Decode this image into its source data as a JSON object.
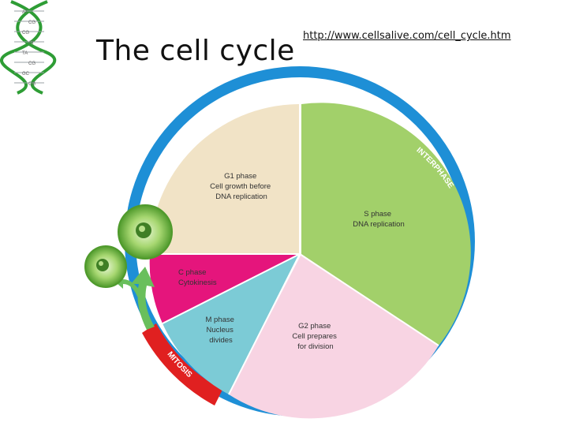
{
  "slide": {
    "title": "The cell cycle",
    "link": "http://www.cellsalive.com/cell_cycle.htm"
  },
  "dna_logo": {
    "pairs": [
      "AT",
      "CG",
      "CG",
      "AT",
      "TA",
      "CG",
      "GC",
      "CG"
    ]
  },
  "diagram": {
    "ring_labels": {
      "interphase": "INTERPHASE",
      "mitosis": "MITOSIS"
    },
    "phases": [
      {
        "id": "g1",
        "lines": [
          "G1 phase",
          "Cell growth before",
          "DNA replication"
        ],
        "color": "#f1e3c6"
      },
      {
        "id": "s",
        "lines": [
          "S phase",
          "DNA replication"
        ],
        "color": "#a2d06a"
      },
      {
        "id": "g2",
        "lines": [
          "G2 phase",
          "Cell prepares",
          "for division"
        ],
        "color": "#f8d4e3"
      },
      {
        "id": "m",
        "lines": [
          "M phase",
          "Nucleus",
          "divides"
        ],
        "color": "#7ccbd6"
      },
      {
        "id": "c",
        "lines": [
          "C phase",
          "Cytokinesis"
        ],
        "color": "#e5157c"
      }
    ],
    "colors": {
      "ring_blue": "#1e8fd6",
      "mitosis_red": "#e02020",
      "arrow_green": "#69bf5c",
      "cell_green": "#86c34a"
    }
  }
}
